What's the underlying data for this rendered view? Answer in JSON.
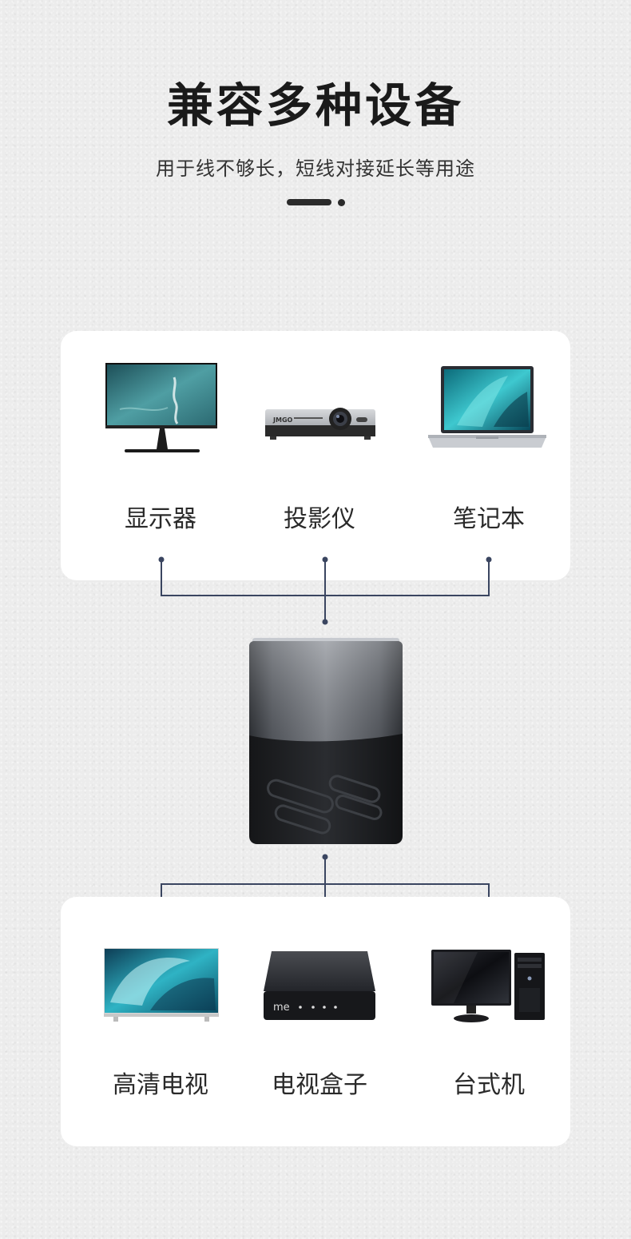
{
  "header": {
    "title": "兼容多种设备",
    "subtitle": "用于线不够长，短线对接延长等用途"
  },
  "top_devices": [
    {
      "label": "显示器",
      "icon": "monitor-icon"
    },
    {
      "label": "投影仪",
      "icon": "projector-icon"
    },
    {
      "label": "笔记本",
      "icon": "laptop-icon"
    }
  ],
  "bottom_devices": [
    {
      "label": "高清电视",
      "icon": "tv-icon"
    },
    {
      "label": "电视盒子",
      "icon": "tv-box-icon"
    },
    {
      "label": "台式机",
      "icon": "desktop-computer-icon"
    }
  ],
  "logos": {
    "projector_brand": "JMGO",
    "tv_box_brand": "me"
  },
  "colors": {
    "connector_line": "#3a4560",
    "card_bg": "#ffffff",
    "text_dark": "#1a1a1a"
  }
}
